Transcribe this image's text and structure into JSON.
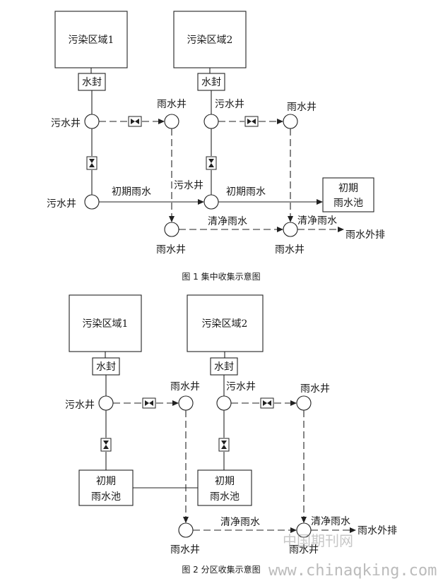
{
  "figure1": {
    "zone1": "污染区域1",
    "zone2": "污染区域2",
    "water_seal": "水封",
    "sewage_well": "污水井",
    "rain_well": "雨水井",
    "initial_rain": "初期雨水",
    "tank_line1": "初期",
    "tank_line2": "雨水池",
    "clean_rain": "清净雨水",
    "outfall": "雨水外排",
    "caption": "图 1 集中收集示意图"
  },
  "figure2": {
    "zone1": "污染区域1",
    "zone2": "污染区域2",
    "water_seal": "水封",
    "sewage_well": "污水井",
    "rain_well": "雨水井",
    "tank_line1": "初期",
    "tank_line2": "雨水池",
    "clean_rain": "清净雨水",
    "outfall": "雨水外排",
    "caption": "图 2 分区收集示意图"
  },
  "watermark": {
    "cn": "中国期刊网",
    "url": "www.chinaqking.com"
  }
}
